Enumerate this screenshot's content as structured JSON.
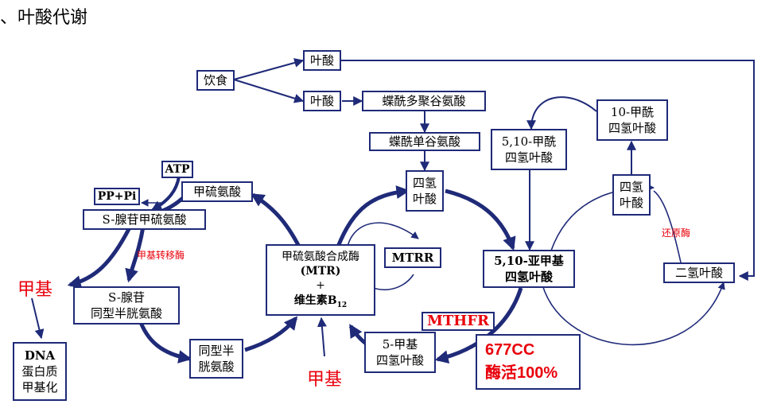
{
  "title": "、叶酸代谢",
  "nodes": {
    "diet": "饮食",
    "folate_top": "叶酸",
    "folate_mid": "叶酸",
    "pteroylpolyglutamate": "蝶酰多聚谷氨酸",
    "pteroylmonoglutamate": "蝶酰单谷氨酸",
    "thf_line1": "四氢",
    "thf_line2": "叶酸",
    "methylene_thf_5_10_formyl_line1": "5,10-甲酰",
    "methylene_thf_5_10_formyl_line2": "四氢叶酸",
    "formyl_thf_10_line1": "10-甲酰",
    "formyl_thf_10_line2": "四氢叶酸",
    "thf_right_line1": "四氢",
    "thf_right_line2": "叶酸",
    "dhf": "二氢叶酸",
    "methylene_thf_line1": "5,10-亚甲基",
    "methylene_thf_line2": "四氢叶酸",
    "methyl_thf_line1": "5-甲基",
    "methyl_thf_line2": "四氢叶酸",
    "mtr_line1": "甲硫氨酸合成酶",
    "mtr_line2": "(MTR)",
    "mtr_line3": "+",
    "mtr_line4_prefix": "维生素B",
    "mtr_line4_sub": "12",
    "mtrr": "MTRR",
    "methionine": "甲硫氨酸",
    "atp": "ATP",
    "pppi": "PP+Pi",
    "sam": "S-腺苷甲硫氨酸",
    "sah_line1": "S-腺苷",
    "sah_line2": "同型半胱氨酸",
    "homocysteine_line1": "同型半",
    "homocysteine_line2": "胱氨酸",
    "dna_line1": "DNA",
    "dna_line2": "蛋白质",
    "dna_line3": "甲基化"
  },
  "labels": {
    "methyl_left": "甲基",
    "methyl_bottom": "甲基",
    "methyltransferase": "甲基转移酶",
    "reductase": "还原酶",
    "mthfr": "MTHFR",
    "activity_line1": "677CC",
    "activity_line2": "酶活100%"
  },
  "colors": {
    "arrow": "#1f2a78",
    "highlight": "#e8000b"
  }
}
